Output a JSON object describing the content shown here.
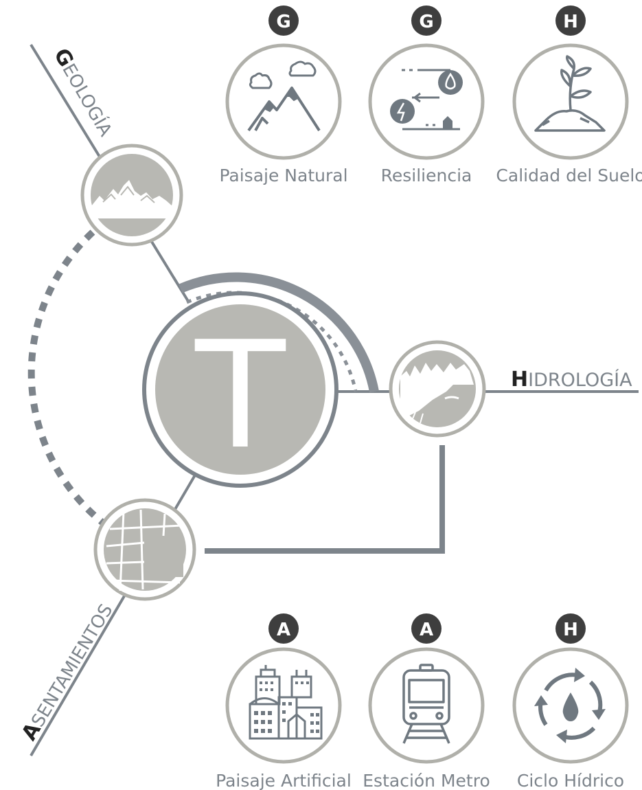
{
  "colors": {
    "circle_fill": "#b8b8b3",
    "circle_stroke": "#b0b0aa",
    "line": "#7d848b",
    "icon": "#6f7880",
    "badge": "#3e3e3e",
    "caption": "#7d848b"
  },
  "center": {
    "letter": "T"
  },
  "axes": {
    "geologia": {
      "initial": "G",
      "rest": "EOLOGÍA"
    },
    "hidrologia": {
      "initial": "H",
      "rest": "IDROLOGÍA"
    },
    "asentamientos": {
      "initial": "A",
      "rest": "SENTAMIENTOS"
    }
  },
  "top_icons": [
    {
      "badge": "G",
      "caption": "Paisaje Natural",
      "icon": "mountain-clouds-icon"
    },
    {
      "badge": "G",
      "caption": "Resiliencia",
      "icon": "resilience-energy-water-icon"
    },
    {
      "badge": "H",
      "caption": "Calidad del Suelo",
      "icon": "plant-sprout-icon"
    }
  ],
  "bottom_icons": [
    {
      "badge": "A",
      "caption": "Paisaje Artificial",
      "icon": "city-buildings-icon"
    },
    {
      "badge": "A",
      "caption": "Estación Metro",
      "icon": "metro-train-icon"
    },
    {
      "badge": "H",
      "caption": "Ciclo Hídrico",
      "icon": "water-cycle-icon"
    }
  ]
}
